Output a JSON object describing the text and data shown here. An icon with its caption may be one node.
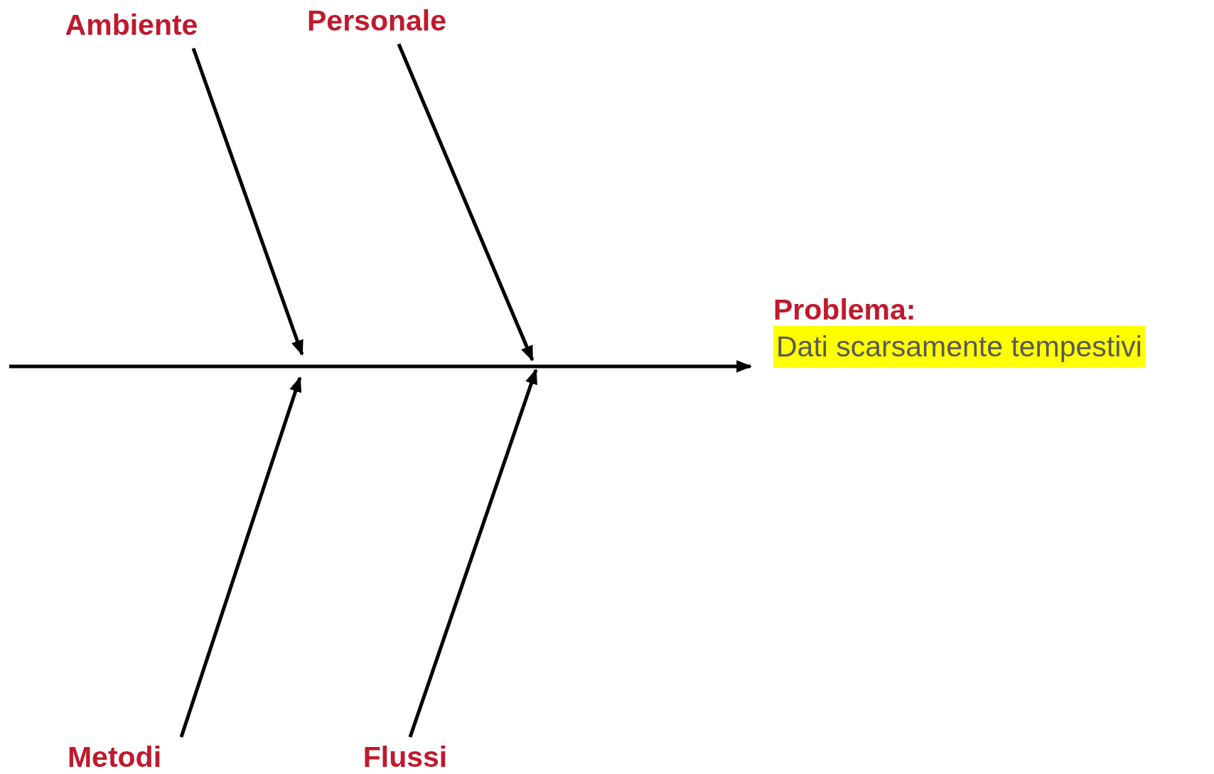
{
  "diagram": {
    "nodes": [
      {
        "text": [
          "Ambiente"
        ]
      },
      {
        "text": [
          "Personale"
        ]
      },
      {
        "text": [
          "Problema:",
          "Dati scarsamente tempestivi"
        ]
      },
      {
        "text": [
          "Metodi"
        ]
      },
      {
        "text": [
          "Flussi"
        ]
      }
    ],
    "edges": [
      {
        "from": 0,
        "to": null,
        "arrow": "to"
      },
      {
        "from": 1,
        "to": null,
        "arrow": "to"
      },
      {
        "from": 3,
        "to": null,
        "arrow": "to"
      },
      {
        "from": 4,
        "to": null,
        "arrow": "to"
      },
      {
        "from": null,
        "to": 2,
        "arrow": "to"
      }
    ]
  }
}
